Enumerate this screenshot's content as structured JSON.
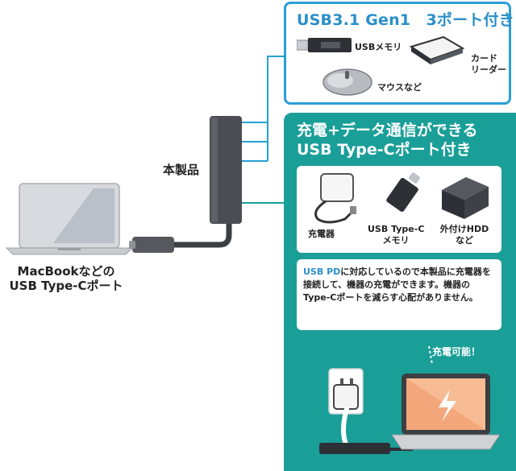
{
  "usb_box": {
    "title": "USB3.1 Gen1　3ポート付き",
    "usb_memory": "USBメモリ",
    "card_reader_line1": "カード",
    "card_reader_line2": "リーダー",
    "mouse": "マウスなど"
  },
  "typec_panel": {
    "title_line1": "充電+データ通信ができる",
    "title_line2": "USB Type-Cポート付き",
    "charger": "充電器",
    "typec_memory_line1": "USB Type-C",
    "typec_memory_line2": "メモリ",
    "external_hdd_line1": "外付けHDD",
    "external_hdd_line2": "など",
    "pd_highlight": "USB PD",
    "pd_text": "に対応しているので本製品に充電器を接続して、機器の充電ができます。機器のType-Cポートを減らす心配がありません。",
    "charge_callout": "充電可能！"
  },
  "product_label": "本製品",
  "mac_label_line1": "MacBookなどの",
  "mac_label_line2": "USB Type-Cポート",
  "colors": {
    "blue_accent": "#2a9fd6",
    "teal_panel": "#1a9e98",
    "hub_body": "#4a4d52"
  }
}
